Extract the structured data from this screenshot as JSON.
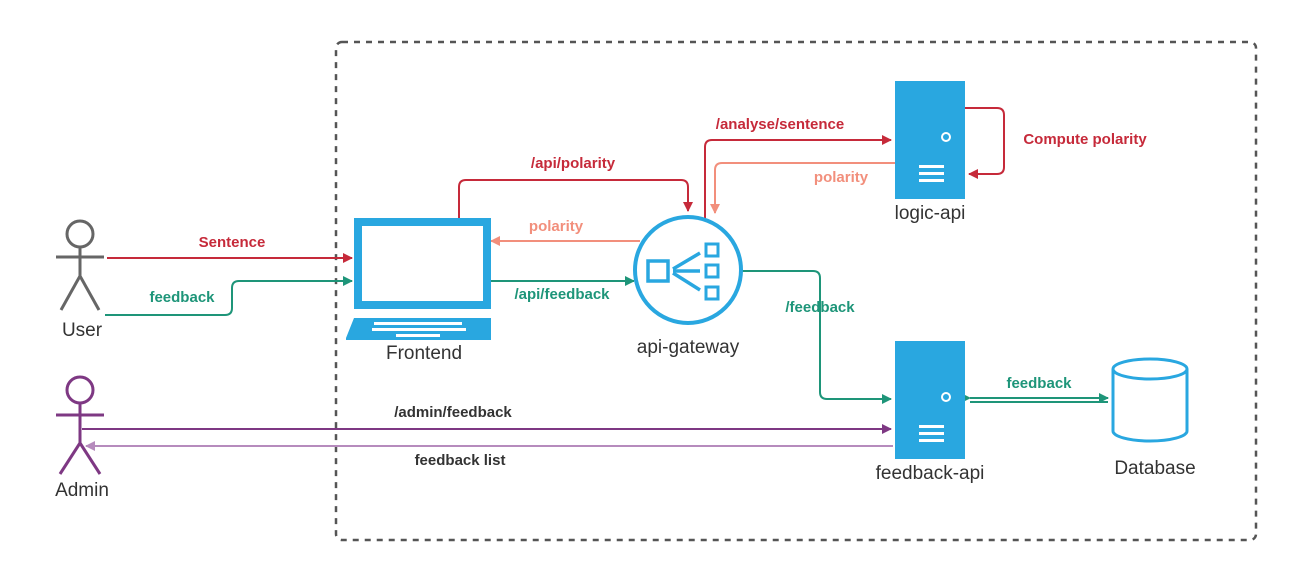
{
  "nodes": {
    "user": "User",
    "admin": "Admin",
    "frontend": "Frontend",
    "api_gateway": "api-gateway",
    "logic_api": "logic-api",
    "feedback_api": "feedback-api",
    "database": "Database"
  },
  "edges": {
    "sentence": "Sentence",
    "feedback_user": "feedback",
    "polarity_frontend": "polarity",
    "api_polarity": "/api/polarity",
    "api_feedback": "/api/feedback",
    "analyse_sentence": "/analyse/sentence",
    "polarity_logic": "polarity",
    "compute_polarity": "Compute polarity",
    "feedback_route": "/feedback",
    "feedback_db": "feedback",
    "admin_feedback": "/admin/feedback",
    "feedback_list": "feedback list"
  },
  "icons": {
    "user": "stick-figure-icon",
    "admin": "stick-figure-icon",
    "frontend": "laptop-icon",
    "api_gateway": "gateway-icon",
    "logic_api": "server-icon",
    "feedback_api": "server-icon",
    "database": "database-cylinder-icon"
  },
  "colors": {
    "request": "#c62a3a",
    "response": "#f28f7c",
    "feedback": "#1e9579",
    "admin_request": "#7e3883",
    "admin_response": "#b68bbd",
    "component": "#29a7e0",
    "actor": "#666666",
    "boundary": "#555555",
    "label_dark": "#333333"
  }
}
